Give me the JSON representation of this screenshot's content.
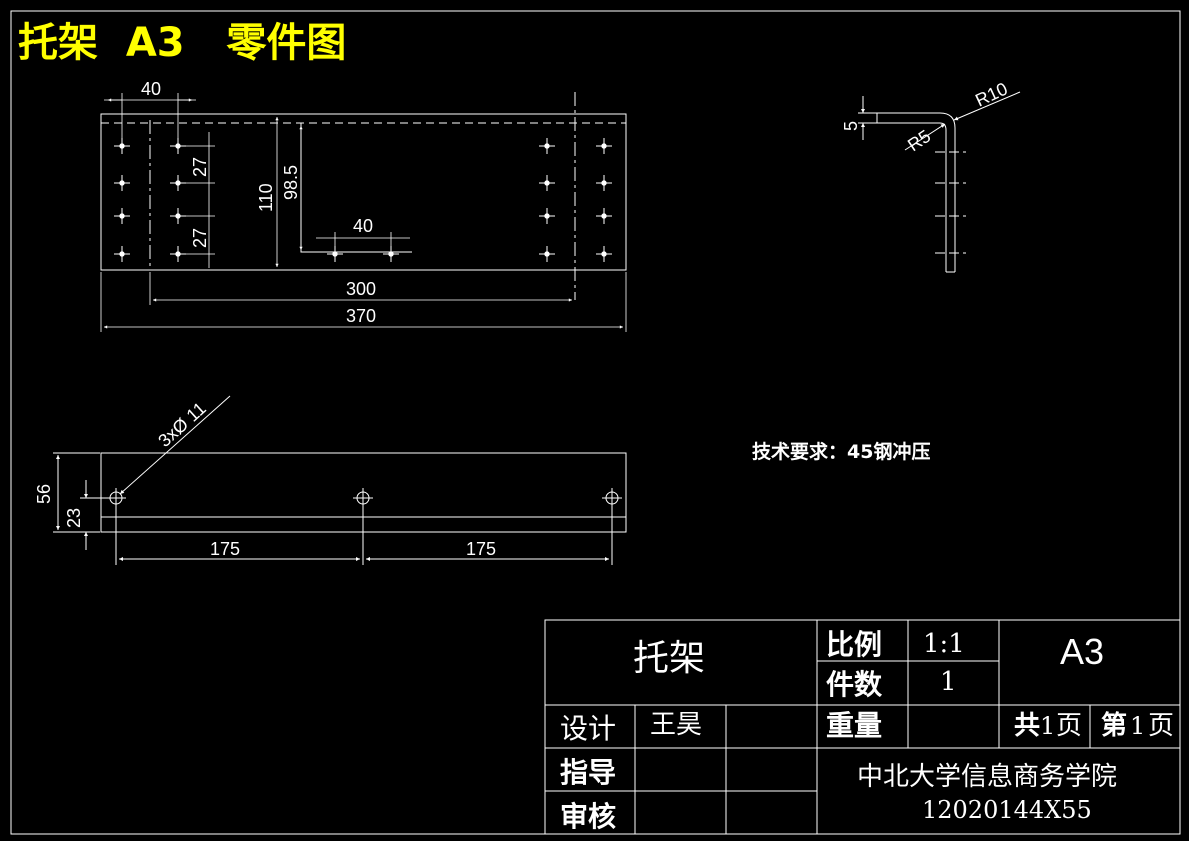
{
  "title": "托架  A3   零件图",
  "top_view": {
    "dim_40_top": "40",
    "dim_27_a": "27",
    "dim_27_b": "27",
    "dim_110": "110",
    "dim_98_5": "98.5",
    "dim_40_mid": "40",
    "dim_300": "300",
    "dim_370": "370"
  },
  "side_view": {
    "dim_5": "5",
    "dim_r5": "R5",
    "dim_r10": "R10"
  },
  "front_view": {
    "hole_callout": "3xØ 11",
    "dim_56": "56",
    "dim_23": "23",
    "dim_175_a": "175",
    "dim_175_b": "175"
  },
  "tech_req": "技术要求：45钢冲压",
  "title_block": {
    "part_name": "托架",
    "scale_label": "比例",
    "scale_value": "1:1",
    "qty_label": "件数",
    "qty_value": "1",
    "sheet_size": "A3",
    "weight_label": "重量",
    "design_label": "设计",
    "designer": "王昊",
    "guide_label": "指导",
    "review_label": "审核",
    "total_pages_a": "共",
    "total_pages_n": "1",
    "total_pages_b": "页",
    "page_a": "第",
    "page_n": "1",
    "page_b": "页",
    "school": "中北大学信息商务学院",
    "student_id": "12020144X55"
  },
  "colors": {
    "background": "#000000",
    "lines": "#ffffff",
    "title": "#ffff00"
  }
}
